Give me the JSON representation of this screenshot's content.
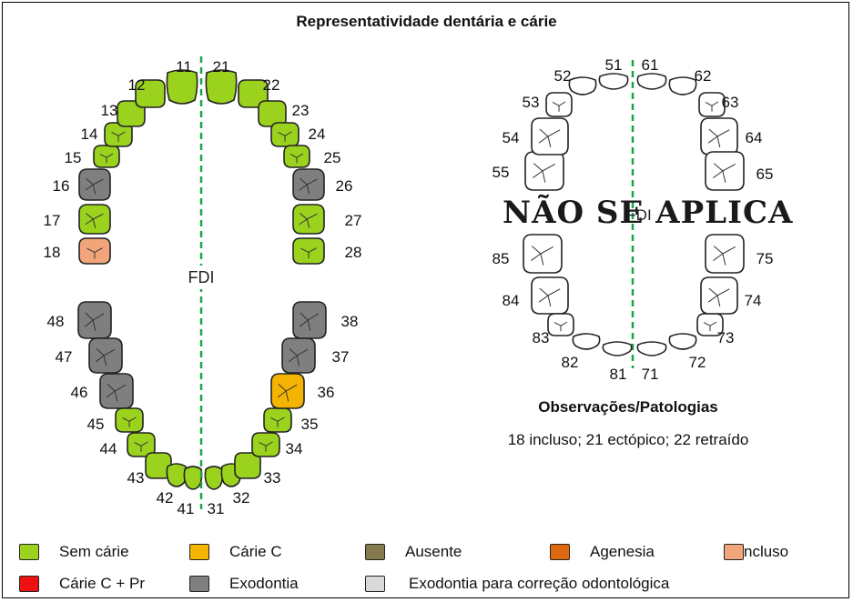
{
  "title": "Representatividade dentária e cárie",
  "fdi_label": "FDI",
  "nao_se_aplica": "NÃO SE APLICA",
  "observations": {
    "title": "Observações/Patologias",
    "text": "18 incluso; 21 ectópico; 22 retraído"
  },
  "colors": {
    "sem_carie": "#9bd21e",
    "carie_c": "#f5b400",
    "ausente": "#857a4d",
    "agenesia": "#e0680f",
    "incluso": "#f2a57a",
    "carie_c_pr": "#ee1111",
    "exodontia": "#7f7f7f",
    "exodontia_ortodontica": "#d9d9d9",
    "midline": "#1aa34a"
  },
  "legend": [
    {
      "label": "Sem cárie",
      "color": "#9bd21e"
    },
    {
      "label": "Cárie C",
      "color": "#f5b400"
    },
    {
      "label": "Ausente",
      "color": "#857a4d"
    },
    {
      "label": "Agenesia",
      "color": "#e0680f"
    },
    {
      "label": "ncluso",
      "color": "#f2a57a"
    },
    {
      "label": "Cárie C + Pr",
      "color": "#ee1111"
    },
    {
      "label": "Exodontia",
      "color": "#7f7f7f"
    },
    {
      "label": "Exodontia para correção odontológica",
      "color": "#d9d9d9"
    }
  ],
  "permanent_teeth": [
    {
      "fdi": "18",
      "status": "incluso"
    },
    {
      "fdi": "17",
      "status": "sem_carie"
    },
    {
      "fdi": "16",
      "status": "exodontia"
    },
    {
      "fdi": "15",
      "status": "sem_carie"
    },
    {
      "fdi": "14",
      "status": "sem_carie"
    },
    {
      "fdi": "13",
      "status": "sem_carie"
    },
    {
      "fdi": "12",
      "status": "sem_carie"
    },
    {
      "fdi": "11",
      "status": "sem_carie"
    },
    {
      "fdi": "21",
      "status": "sem_carie"
    },
    {
      "fdi": "22",
      "status": "sem_carie"
    },
    {
      "fdi": "23",
      "status": "sem_carie"
    },
    {
      "fdi": "24",
      "status": "sem_carie"
    },
    {
      "fdi": "25",
      "status": "sem_carie"
    },
    {
      "fdi": "26",
      "status": "exodontia"
    },
    {
      "fdi": "27",
      "status": "sem_carie"
    },
    {
      "fdi": "28",
      "status": "sem_carie"
    },
    {
      "fdi": "48",
      "status": "exodontia"
    },
    {
      "fdi": "47",
      "status": "exodontia"
    },
    {
      "fdi": "46",
      "status": "exodontia"
    },
    {
      "fdi": "45",
      "status": "sem_carie"
    },
    {
      "fdi": "44",
      "status": "sem_carie"
    },
    {
      "fdi": "43",
      "status": "sem_carie"
    },
    {
      "fdi": "42",
      "status": "sem_carie"
    },
    {
      "fdi": "41",
      "status": "sem_carie"
    },
    {
      "fdi": "31",
      "status": "sem_carie"
    },
    {
      "fdi": "32",
      "status": "sem_carie"
    },
    {
      "fdi": "33",
      "status": "sem_carie"
    },
    {
      "fdi": "34",
      "status": "sem_carie"
    },
    {
      "fdi": "35",
      "status": "sem_carie"
    },
    {
      "fdi": "36",
      "status": "carie_c"
    },
    {
      "fdi": "37",
      "status": "exodontia"
    },
    {
      "fdi": "38",
      "status": "exodontia"
    }
  ],
  "primary_teeth": [
    "55",
    "54",
    "53",
    "52",
    "51",
    "61",
    "62",
    "63",
    "64",
    "65",
    "85",
    "84",
    "83",
    "82",
    "81",
    "71",
    "72",
    "73",
    "74",
    "75"
  ]
}
